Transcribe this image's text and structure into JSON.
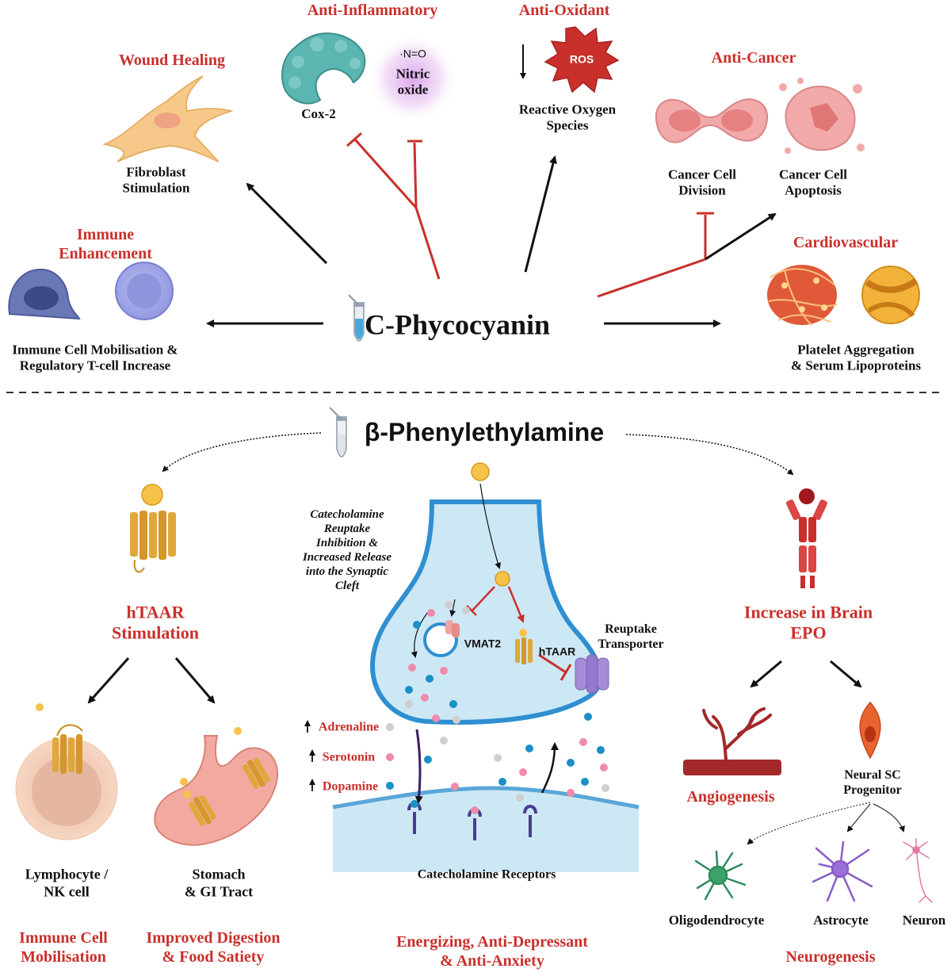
{
  "colors": {
    "accent_red": "#c9302c",
    "arrow_black": "#111111",
    "synapse_blue": "#cde8f5",
    "membrane_blue": "#2f8fd0",
    "receptor_gold": "#e0a83a"
  },
  "icons": [
    "test-tube-icon",
    "fibroblast-icon",
    "cox2-enzyme-icon",
    "nitric-oxide-glow-icon",
    "ros-burst-icon",
    "cancer-division-icon",
    "cancer-apoptosis-icon",
    "platelet-clot-icon",
    "lipoprotein-icon",
    "immune-cell-icon",
    "htaar-receptor-icon",
    "epo-receptor-icon",
    "blood-vessel-icon",
    "progenitor-cell-icon",
    "oligodendrocyte-icon",
    "astrocyte-icon",
    "neuron-icon",
    "lymphocyte-icon",
    "stomach-icon",
    "vesicle-icon",
    "reuptake-transporter-icon",
    "catecholamine-receptor-icon"
  ],
  "top": {
    "center_title": "C-Phycocyanin",
    "wound_healing": {
      "title": "Wound Healing",
      "line1": "Fibroblast",
      "line2": "Stimulation"
    },
    "anti_inflammatory": {
      "title": "Anti-Inflammatory",
      "cox2": "Cox-2",
      "no_symbol": "·N=O",
      "no_line1": "Nitric",
      "no_line2": "oxide"
    },
    "anti_oxidant": {
      "title": "Anti-Oxidant",
      "ros": "ROS",
      "line1": "Reactive Oxygen",
      "line2": "Species"
    },
    "anti_cancer": {
      "title": "Anti-Cancer",
      "div1": "Cancer Cell",
      "div2": "Division",
      "apo1": "Cancer Cell",
      "apo2": "Apoptosis"
    },
    "cardiovascular": {
      "title": "Cardiovascular",
      "line1": "Platelet Aggregation",
      "line2": "& Serum Lipoproteins"
    },
    "immune": {
      "title1": "Immune",
      "title2": "Enhancement",
      "line1": "Immune Cell Mobilisation &",
      "line2": "Regulatory T-cell Increase"
    }
  },
  "bottom": {
    "center_title": "β-Phenylethylamine",
    "htaar": {
      "title1": "hTAAR",
      "title2": "Stimulation"
    },
    "lymph": {
      "line1": "Lymphocyte /",
      "line2": "NK cell",
      "outcome1": "Immune Cell",
      "outcome2": "Mobilisation"
    },
    "stomach": {
      "line1": "Stomach",
      "line2": "& GI Tract",
      "outcome1": "Improved Digestion",
      "outcome2": "& Food Satiety"
    },
    "synapse": {
      "note1": "Catecholamine",
      "note2": "Reuptake",
      "note3": "Inhibition &",
      "note4": "Increased Release",
      "note5": "into the Synaptic",
      "note6": "Cleft",
      "vmat2": "VMAT2",
      "htaar": "hTAAR",
      "reuptake1": "Reuptake",
      "reuptake2": "Transporter",
      "adrenaline": "Adrenaline",
      "serotonin": "Serotonin",
      "dopamine": "Dopamine",
      "receptors": "Catecholamine Receptors",
      "outcome1": "Energizing, Anti-Depressant",
      "outcome2": "& Anti-Anxiety"
    },
    "epo": {
      "title1": "Increase in Brain",
      "title2": "EPO",
      "angiogenesis": "Angiogenesis",
      "nsc1": "Neural SC",
      "nsc2": "Progenitor",
      "oligo": "Oligodendrocyte",
      "astro": "Astrocyte",
      "neuron": "Neuron",
      "neurogenesis": "Neurogenesis"
    }
  }
}
